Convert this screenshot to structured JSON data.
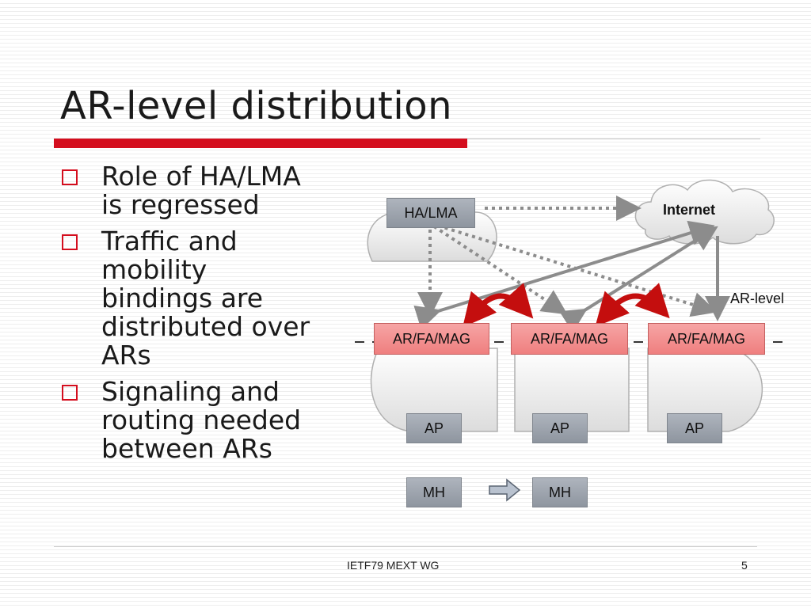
{
  "slide": {
    "title": "AR-level distribution",
    "bullets": [
      "Role of HA/LMA\nis regressed",
      "Traffic and\nmobility\nbindings are\ndistributed over\nARs",
      "Signaling and\nrouting  needed\nbetween ARs"
    ],
    "footer_text": "IETF79 MEXT WG",
    "page_number": "5"
  },
  "diagram": {
    "ha_lma": "HA/LMA",
    "internet": "Internet",
    "ar_level_label": "AR-level",
    "ar_nodes": [
      "AR/FA/MAG",
      "AR/FA/MAG",
      "AR/FA/MAG"
    ],
    "ap_nodes": [
      "AP",
      "AP",
      "AP"
    ],
    "mh_nodes": [
      "MH",
      "MH"
    ]
  },
  "colors": {
    "accent_red": "#d40e1e",
    "node_gray": "#9aa1ab",
    "node_red": "#f19191",
    "arrow_gray": "#8c8c8c",
    "signal_red": "#c40e0e"
  }
}
